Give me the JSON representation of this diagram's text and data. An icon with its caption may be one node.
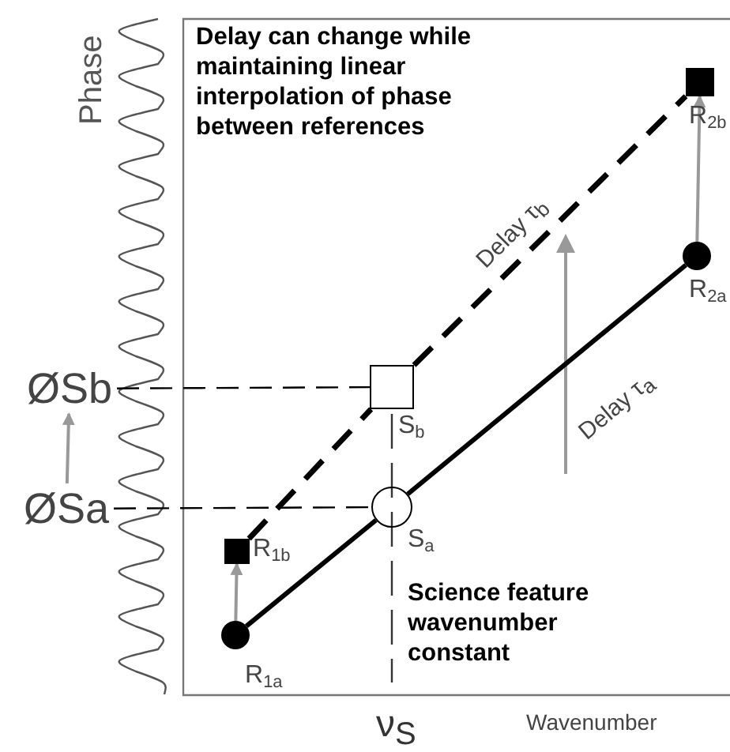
{
  "diagram": {
    "nodes": [
      {
        "text": [],
        "shape": "circle",
        "beside": [
          "R$_{1a}$"
        ]
      },
      {
        "text": [],
        "shape": "box",
        "beside": [
          "R$_{1b}$"
        ]
      },
      {
        "text": [],
        "shape": "circle",
        "beside": [
          "S$_{a}$"
        ]
      },
      {
        "text": [],
        "shape": "box",
        "beside": [
          "S$_{b}$"
        ]
      },
      {
        "text": [],
        "shape": "circle",
        "beside": [
          "R$_{2a}$"
        ]
      },
      {
        "text": [],
        "shape": "box",
        "beside": [
          "R$_{2b}$"
        ]
      },
      {
        "text": [
          "ØSa"
        ]
      },
      {
        "text": [
          "ØSb"
        ]
      }
    ],
    "edges": [
      {
        "from": 0,
        "to": 2,
        "arrow": "none"
      },
      {
        "from": 2,
        "to": 4,
        "arrow": "none",
        "label": "Delay τ$_{a}$"
      },
      {
        "from": 1,
        "to": 3,
        "arrow": "none",
        "style": "dashed"
      },
      {
        "from": 3,
        "to": 5,
        "arrow": "none",
        "style": "dashed",
        "label": "Delay τ$_{b}$"
      },
      {
        "from": 0,
        "to": 1,
        "arrow": "to",
        "color": "#999999"
      },
      {
        "from": 4,
        "to": 5,
        "arrow": "to",
        "color": "#999999"
      },
      {
        "from": 6,
        "to": 7,
        "arrow": "to",
        "color": "#999999"
      },
      {
        "from": 7,
        "to": 3,
        "arrow": "none",
        "style": "dashed"
      },
      {
        "from": 6,
        "to": 2,
        "arrow": "none",
        "style": "dashed"
      }
    ],
    "labels": [
      "Phase",
      "Delay can change while maintaining linear interpolation of phase between references",
      "Science feature wavenumber constant",
      "ν$_{S}$",
      "Wavenumber"
    ]
  }
}
